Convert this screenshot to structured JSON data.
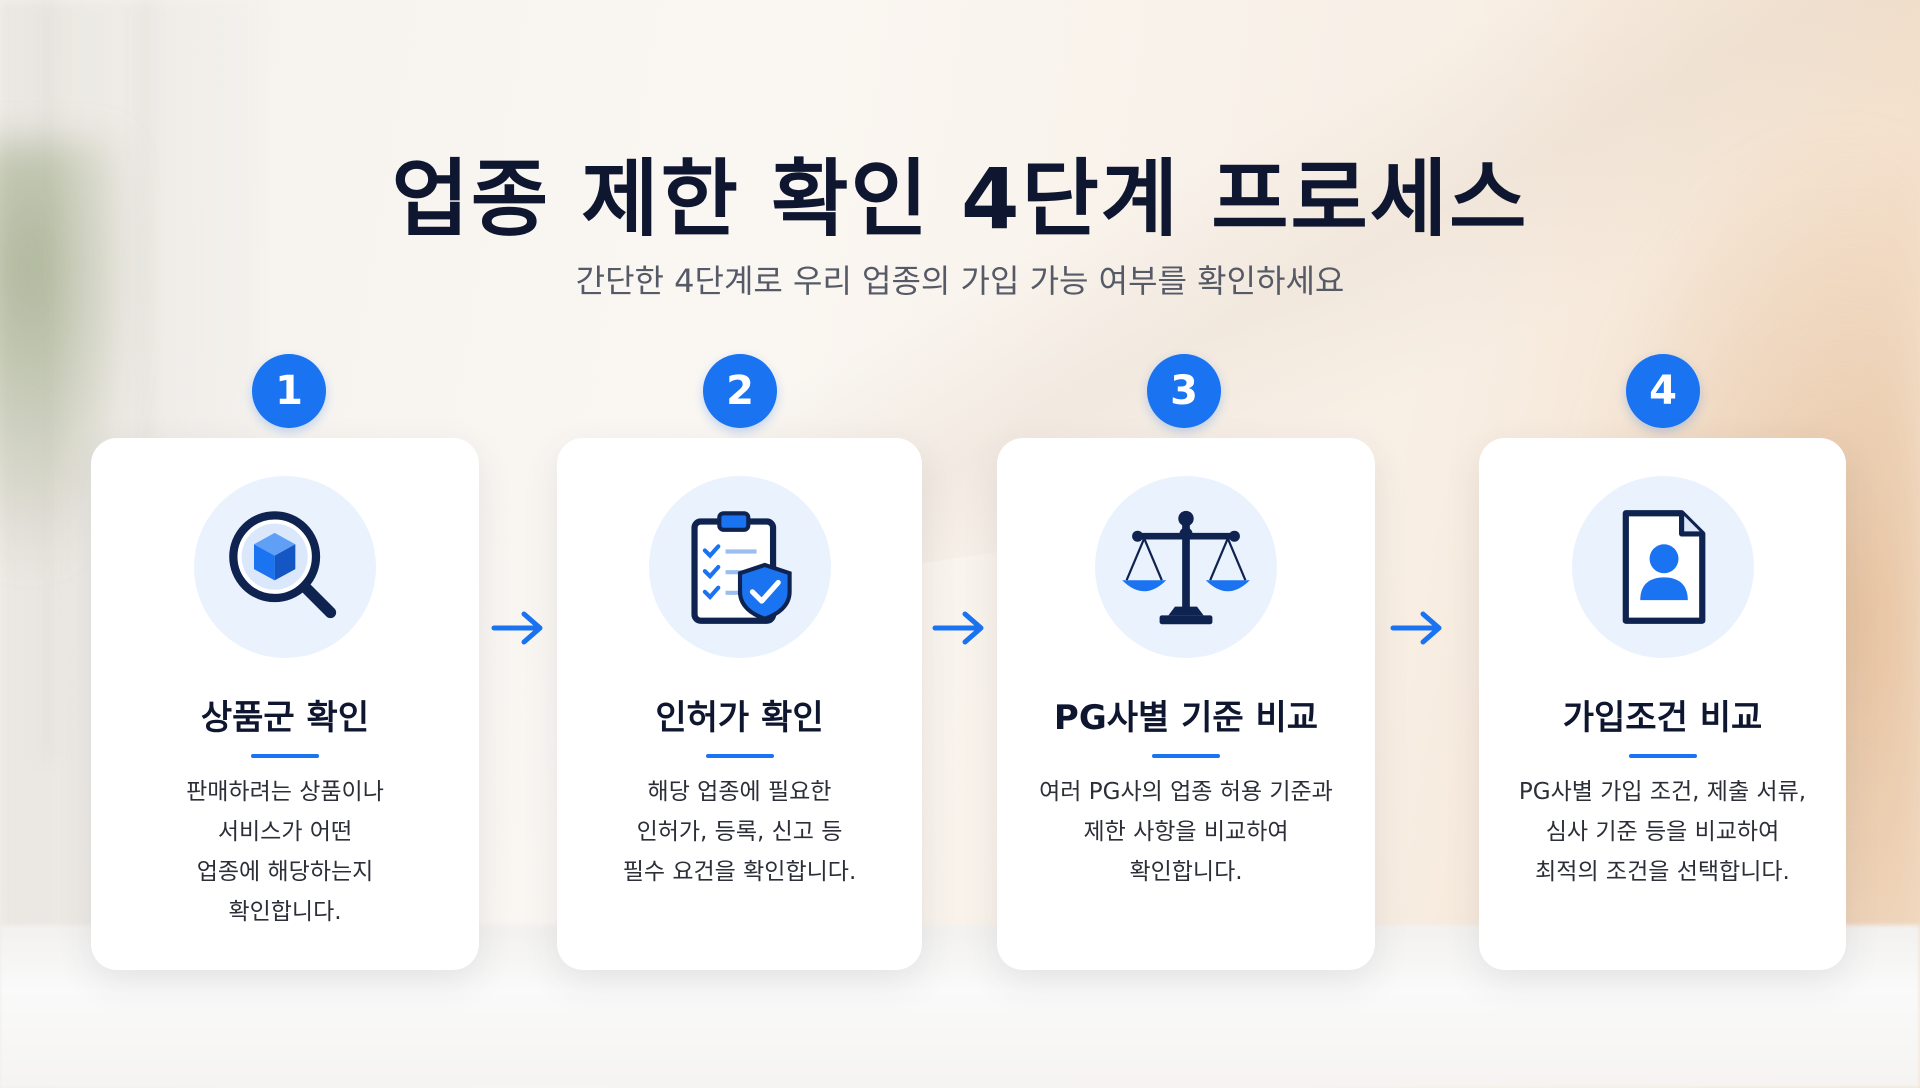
{
  "title": "업종 제한 확인 4단계 프로세스",
  "subtitle": "간단한 4단계로 우리 업종의 가입 가능 여부를 확인하세요",
  "accent_color": "#1a73f0",
  "steps": [
    {
      "number": "1",
      "icon": "magnifier-box-icon",
      "title": "상품군 확인",
      "lines": [
        "판매하려는 상품이나",
        "서비스가 어떤",
        "업종에 해당하는지",
        "확인합니다."
      ]
    },
    {
      "number": "2",
      "icon": "clipboard-shield-icon",
      "title": "인허가 확인",
      "lines": [
        "해당 업종에 필요한",
        "인허가, 등록, 신고 등",
        "필수 요건을 확인합니다."
      ]
    },
    {
      "number": "3",
      "icon": "balance-scale-icon",
      "title": "PG사별 기준 비교",
      "lines": [
        "여러 PG사의 업종 허용 기준과",
        "제한 사항을 비교하여",
        "확인합니다."
      ]
    },
    {
      "number": "4",
      "icon": "document-person-icon",
      "title": "가입조건 비교",
      "lines": [
        "PG사별 가입 조건, 제출 서류,",
        "심사 기준 등을 비교하여",
        "최적의 조건을 선택합니다."
      ]
    }
  ]
}
